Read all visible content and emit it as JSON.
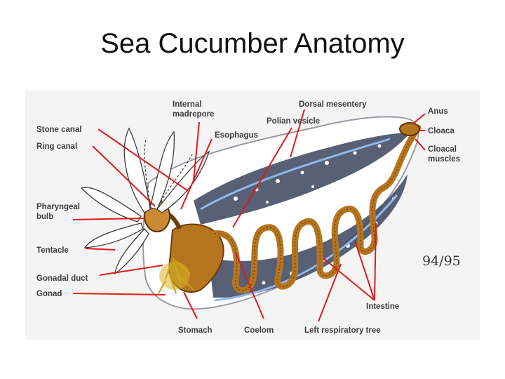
{
  "slide": {
    "title": "Sea Cucumber Anatomy"
  },
  "diagram": {
    "labels": {
      "stone_canal": "Stone canal",
      "ring_canal": "Ring canal",
      "internal_madrepore_1": "Internal",
      "internal_madrepore_2": "madrepore",
      "esophagus": "Esophagus",
      "dorsal_mesentery": "Dorsal mesentery",
      "polian_vesicle": "Polian vesicle",
      "anus": "Anus",
      "cloaca": "Cloaca",
      "cloacal_muscles_1": "Cloacal",
      "cloacal_muscles_2": "muscles",
      "pharyngeal_bulb_1": "Pharyngeal",
      "pharyngeal_bulb_2": "bulb",
      "tentacle": "Tentacle",
      "gonadal_duct": "Gonadal duct",
      "gonad": "Gonad",
      "stomach": "Stomach",
      "coelom": "Coelom",
      "left_respiratory_tree": "Left respiratory tree",
      "intestine": "Intestine"
    },
    "signature": "94/95",
    "colors": {
      "leader_line": "#e01b1b",
      "body_outline": "#9a9aa4",
      "respiratory_tree": "#2f3a52",
      "water_canal": "#8fb8e8",
      "gut": "#b5751e",
      "gut_dark": "#6a3e0c",
      "gonad": "#d8b42a",
      "tentacle": "#ffffff"
    }
  }
}
